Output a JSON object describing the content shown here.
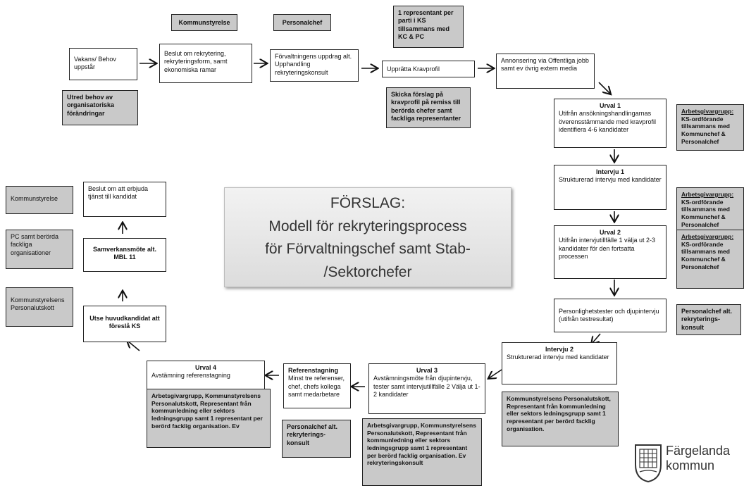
{
  "boxes": {
    "kommunstyrelse_top": "Kommunstyrelse",
    "personalchef_top": "Personalchef",
    "representant": "1 representant per parti i KS tillsammans med KC & PC",
    "vakans": "Vakans/ Behov uppstår",
    "beslut_rekrytering": "Beslut om rekrytering, rekryteringsform, samt ekonomiska ramar",
    "forvaltning": "Förvaltningens uppdrag alt. Upphandling rekryteringskonsult",
    "kravprofil": "Upprätta Kravprofil",
    "annonsering": "Annonsering via Offentliga jobb samt ev övrig extern media",
    "utred": "Utred behov av organisatoriska förändringar",
    "skicka": "Skicka förslag på kravprofil på remiss till berörda chefer samt fackliga representanter",
    "urval1_title": "Urval 1",
    "urval1_text": "Utifrån ansökningshandlingarnas överensstämmande med kravprofil identifiera 4-6 kandidater",
    "ag1_title": "Arbetsgivargrupp:",
    "ag1_text": "KS-ordförande tillsammans med Kommunchef & Personalchef",
    "intervju1_title": "Intervju 1",
    "intervju1_text": "Strukturerad intervju med kandidater",
    "ag2_title": "Arbetsgivargrupp:",
    "ag2_text": "KS-ordförande tillsammans med Kommunchef & Personalchef",
    "urval2_title": "Urval 2",
    "urval2_text": "Utifrån intervjutillfälle 1 välja ut 2-3 kandidater för den fortsatta processen",
    "ag3_title": "Arbetsgivargrupp:",
    "ag3_text": "KS-ordförande tillsammans med Kommunchef & Personalchef",
    "personlighet": "Personlighetstester och djupintervju (utifrån testresultat)",
    "personalchef_alt_right": "Personalchef alt. rekryterings- konsult",
    "intervju2_title": "Intervju 2",
    "intervju2_text": "Strukturerad intervju med kandidater",
    "ks_right": "Kommunstyrelsens Personalutskott, Representant från kommunledning eller sektors ledningsgrupp samt 1 representant per berörd facklig organisation.",
    "urval3_title": "Urval 3",
    "urval3_text": "Avstämningsmöte från djupintervju, tester samt intervjutillfälle 2 Välja ut 1-2 kandidater",
    "ag_urval3": "Arbetsgivargrupp, Kommunstyrelsens Personalutskott, Representant från kommunledning eller sektors ledningsgrupp samt 1 representant per berörd facklig organisation. Ev rekryteringskonsult",
    "referens_title": "Referenstagning",
    "referens_text": "Minst tre referenser, chef, chefs kollega samt medarbetare",
    "personalchef_alt_mid": "Personalchef alt. rekryterings- konsult",
    "urval4_title": "Urval 4",
    "urval4_text": "Avstämning referenstagning",
    "ag_urval4": "Arbetsgivargrupp, Kommunstyrelsens Personalutskott, Representant från kommunledning eller sektors ledningsgrupp samt 1 representant per berörd facklig organisation. Ev",
    "kommunstyrelse_left": "Kommunstyrelse",
    "beslut_erbjuda": "Beslut om att erbjuda tjänst till kandidat",
    "pc_fackliga": "PC samt berörda fackliga organisationer",
    "samverkan": "Samverkansmöte alt. MBL 11",
    "ks_personalutskott": "Kommunstyrelsens Personalutskott",
    "utse": "Utse huvudkandidat att föreslå KS"
  },
  "center_title": {
    "line1": "FÖRSLAG:",
    "line2": "Modell för rekryteringsprocess",
    "line3": "för Förvaltningschef samt Stab-",
    "line4": "/Sektorchefer"
  },
  "logo": {
    "line1": "Färgelanda",
    "line2": "kommun",
    "icon": "municipality-crest-icon"
  },
  "colors": {
    "grey_box": "#c9c9c9",
    "border": "#222222"
  }
}
